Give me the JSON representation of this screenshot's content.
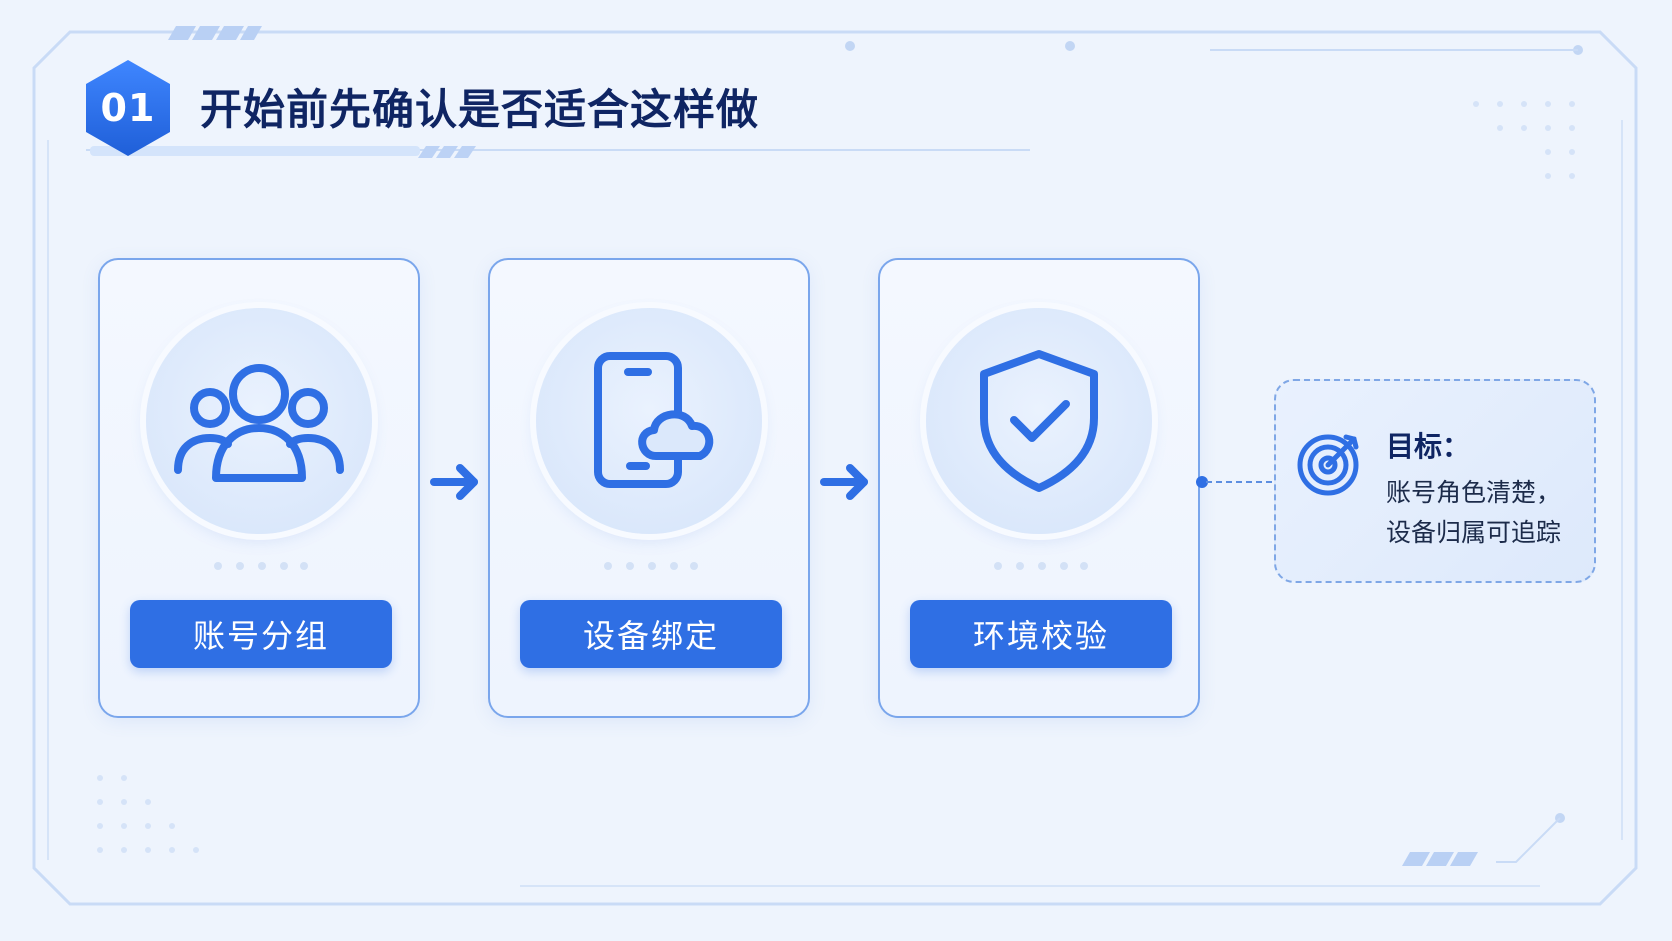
{
  "header": {
    "step_number": "01",
    "title": "开始前先确认是否适合这样做"
  },
  "steps": [
    {
      "label": "账号分组",
      "icon": "user-group-icon"
    },
    {
      "label": "设备绑定",
      "icon": "phone-cloud-icon"
    },
    {
      "label": "环境校验",
      "icon": "shield-check-icon"
    }
  ],
  "goal": {
    "icon": "target-icon",
    "label": "目标：",
    "line1": "账号角色清楚，",
    "line2": "设备归属可追踪"
  },
  "colors": {
    "accent": "#2f6fe4",
    "title": "#0f2563",
    "background": "#eef4fd"
  }
}
